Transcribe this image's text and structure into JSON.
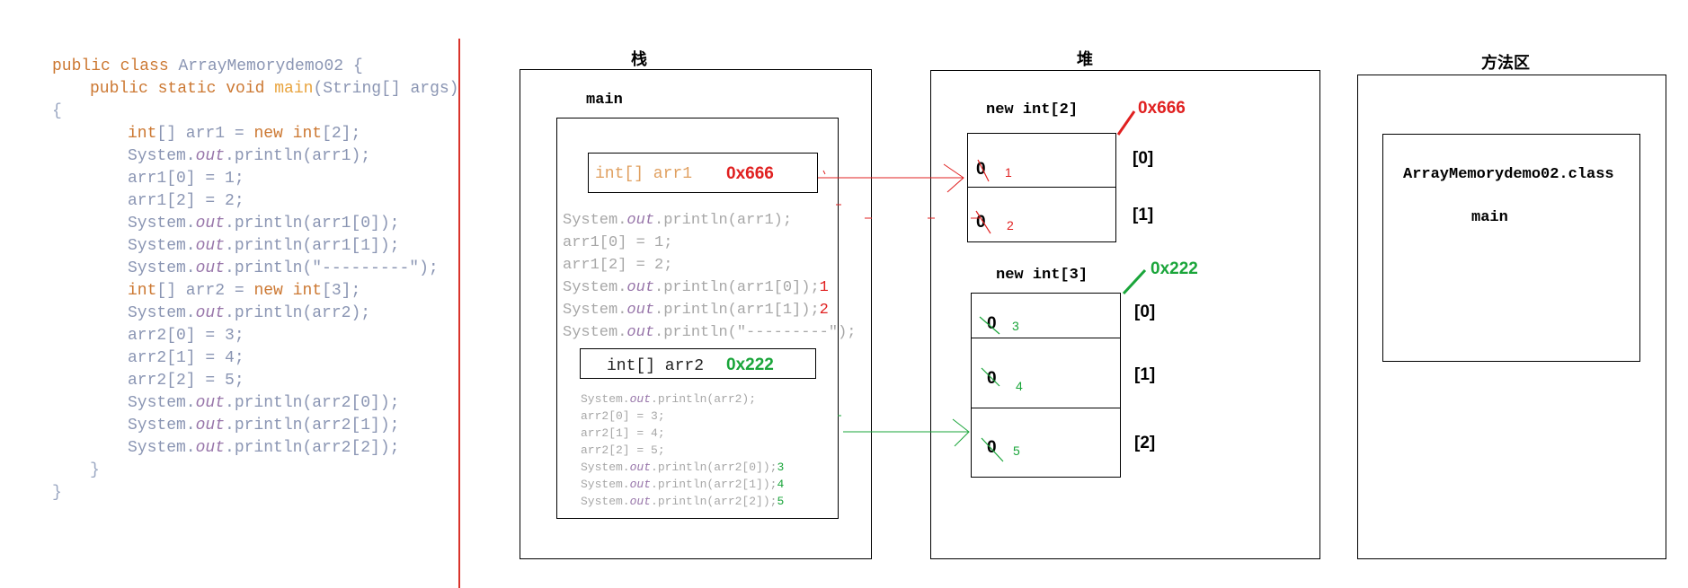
{
  "code": {
    "line1": {
      "kw": "public class ",
      "name": "ArrayMemorydemo02 {"
    },
    "line2": {
      "kw": "public static void ",
      "meth": "main",
      "rest": "(String[] args)"
    },
    "line3": "{",
    "line4": {
      "ty": "int",
      "a": "[] arr1 = ",
      "kw": "new ",
      "ty2": "int",
      "b": "[2];"
    },
    "line5": {
      "a": "System.",
      "out": "out",
      "b": ".println(arr1);"
    },
    "line6": "arr1[0] = 1;",
    "line7": "arr1[2] = 2;",
    "line8": {
      "a": "System.",
      "out": "out",
      "b": ".println(arr1[0]);"
    },
    "line9": {
      "a": "System.",
      "out": "out",
      "b": ".println(arr1[1]);"
    },
    "line10": {
      "a": "System.",
      "out": "out",
      "b": ".println(\"---------\");"
    },
    "line11": {
      "ty": "int",
      "a": "[] arr2 = ",
      "kw": "new ",
      "ty2": "int",
      "b": "[3];"
    },
    "line12": {
      "a": "System.",
      "out": "out",
      "b": ".println(arr2);"
    },
    "line13": "arr2[0] = 3;",
    "line14": "arr2[1] = 4;",
    "line15": "arr2[2] = 5;",
    "line16": {
      "a": "System.",
      "out": "out",
      "b": ".println(arr2[0]);"
    },
    "line17": {
      "a": "System.",
      "out": "out",
      "b": ".println(arr2[1]);"
    },
    "line18": {
      "a": "System.",
      "out": "out",
      "b": ".println(arr2[2]);"
    },
    "line19": "}",
    "line20": "}"
  },
  "stack": {
    "title": "栈",
    "frame": "main",
    "arr1_decl": "int[] arr1",
    "arr1_addr": "0x666",
    "lines_a": [
      {
        "a": "System.",
        "out": "out",
        "b": ".println(arr1);",
        "r": ""
      },
      {
        "a": "arr1[0] = 1;",
        "out": "",
        "b": "",
        "r": ""
      },
      {
        "a": "arr1[2] = 2;",
        "out": "",
        "b": "",
        "r": ""
      },
      {
        "a": "System.",
        "out": "out",
        "b": ".println(arr1[0]);",
        "r": "1"
      },
      {
        "a": "System.",
        "out": "out",
        "b": ".println(arr1[1]);",
        "r": "2"
      },
      {
        "a": "System.",
        "out": "out",
        "b": ".println(\"---------\");",
        "r": ""
      }
    ],
    "arr2_decl": "int[] arr2",
    "arr2_addr": "0x222",
    "lines_b": [
      {
        "a": "System.",
        "out": "out",
        "b": ".println(arr2);",
        "r": ""
      },
      {
        "a": "arr2[0] = 3;",
        "out": "",
        "b": "",
        "r": ""
      },
      {
        "a": "arr2[1] = 4;",
        "out": "",
        "b": "",
        "r": ""
      },
      {
        "a": "arr2[2] = 5;",
        "out": "",
        "b": "",
        "r": ""
      },
      {
        "a": "System.",
        "out": "out",
        "b": ".println(arr2[0]);",
        "r": "3"
      },
      {
        "a": "System.",
        "out": "out",
        "b": ".println(arr2[1]);",
        "r": "4"
      },
      {
        "a": "System.",
        "out": "out",
        "b": ".println(arr2[2]);",
        "r": "5"
      }
    ]
  },
  "heap": {
    "title": "堆",
    "arr1": {
      "label": "new int[2]",
      "addr": "0x666",
      "cells": [
        {
          "old": "0",
          "new": "1",
          "index": "[0]"
        },
        {
          "old": "0",
          "new": "2",
          "index": "[1]"
        }
      ]
    },
    "arr2": {
      "label": "new int[3]",
      "addr": "0x222",
      "cells": [
        {
          "old": "0",
          "new": "3",
          "index": "[0]"
        },
        {
          "old": "0",
          "new": "4",
          "index": "[1]"
        },
        {
          "old": "0",
          "new": "5",
          "index": "[2]"
        }
      ]
    }
  },
  "method_area": {
    "title": "方法区",
    "class_name": "ArrayMemorydemo02.class",
    "method": "main"
  },
  "colors": {
    "red": "#e02020",
    "green": "#1aa53a",
    "divider": "#d9342b"
  }
}
